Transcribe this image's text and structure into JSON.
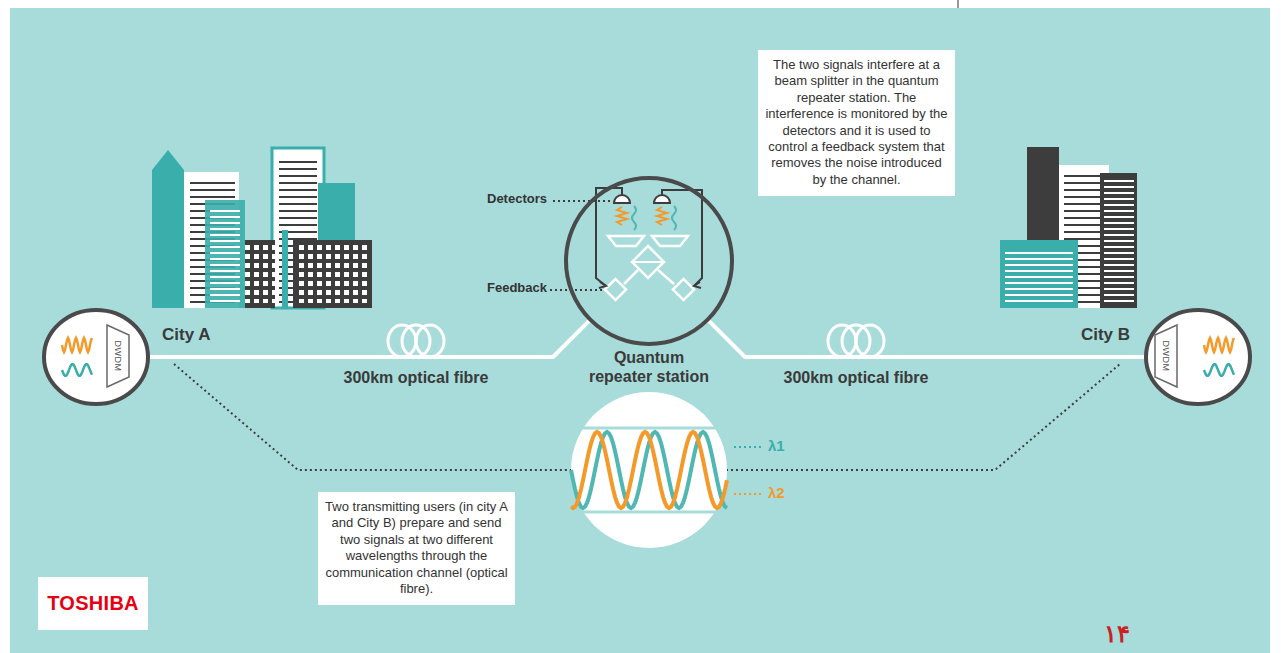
{
  "diagram": {
    "nodes": [
      {
        "text": [
          "The two signals interfere at a beam splitter in the quantum repeater station. The interference is monitored by the detectors and it is used to control a feedback system that removes the noise introduced by the channel."
        ]
      },
      {
        "text": [
          "City A"
        ]
      },
      {
        "text": [
          "DWDM"
        ],
        "in": 1
      },
      {
        "text": [
          "Quantum repeater station"
        ]
      },
      {
        "text": [
          "City B"
        ]
      },
      {
        "text": [
          "DWDM"
        ],
        "in": 4
      },
      {
        "text": [
          "Two transmitting users (in city A and City B) prepare and send two signals at two different wavelengths through the communication channel (optical fibre)."
        ]
      },
      {
        "text": [
          "TOSHIBA"
        ]
      }
    ],
    "edges": [
      {
        "from": 1,
        "to": 3,
        "arrow": "none",
        "label": "300km optical fibre"
      },
      {
        "from": 3,
        "to": 4,
        "arrow": "none",
        "label": "300km optical fibre"
      }
    ],
    "labels": [
      "Detectors",
      "Feedback",
      "λ1",
      "λ2",
      "۱۴"
    ]
  }
}
